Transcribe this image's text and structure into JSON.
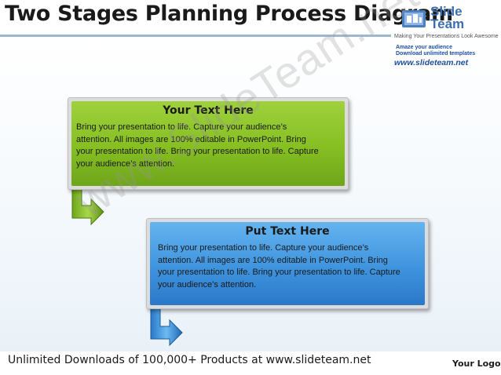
{
  "header": {
    "title": "Two Stages Planning Process Diagram"
  },
  "logo": {
    "brand_line1": "Slide",
    "brand_line2": "Team",
    "tagline": "Making Your Presentations Look Awesome",
    "promo_line1": "Amaze your audience",
    "promo_line2": "Download unlimited templates",
    "url": "www.slideteam.net"
  },
  "watermark": "www.SlideTeam.net",
  "stages": [
    {
      "title": "Your Text Here",
      "lines": [
        "Bring your presentation to life. Capture your audience’s",
        "attention. All images are 100% editable in PowerPoint. Bring",
        "your presentation to life. Bring your presentation to life. Capture",
        "your audience’s attention."
      ],
      "color": "#86bf22"
    },
    {
      "title": "Put Text Here",
      "lines": [
        "Bring your presentation to life. Capture your audience’s",
        "attention. All images are 100% editable in PowerPoint. Bring",
        "your presentation to life. Bring your presentation to life. Capture",
        "your audience’s attention."
      ],
      "color": "#3f94de"
    }
  ],
  "footer": {
    "downloads_text": "Unlimited Downloads of 100,000+ Products at www.slideteam.net",
    "logo_placeholder": "Your Logo"
  }
}
